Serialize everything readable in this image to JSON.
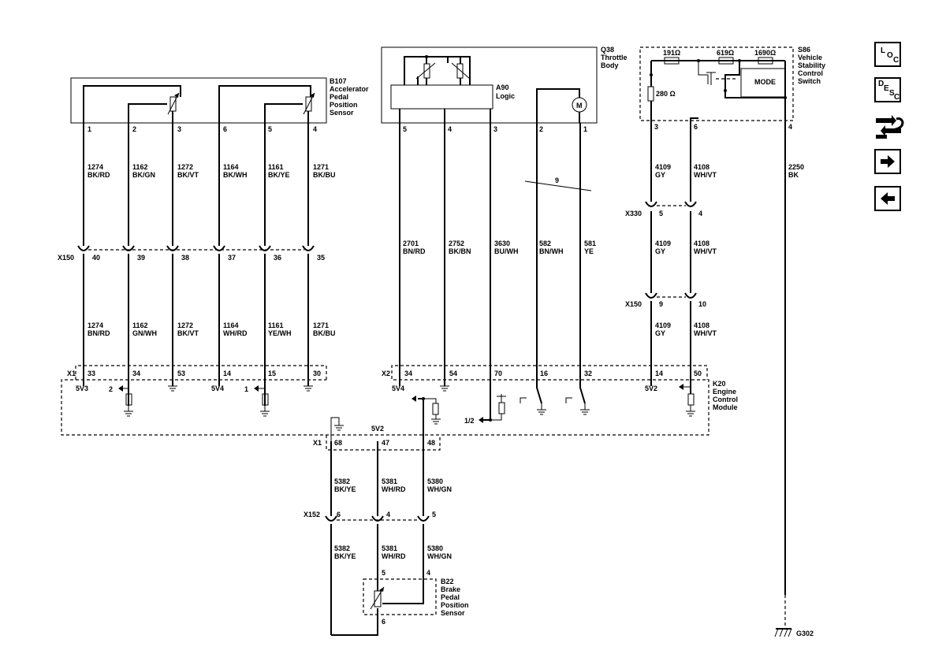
{
  "components": {
    "b107": {
      "id": "B107",
      "l1": "Accelerator",
      "l2": "Pedal",
      "l3": "Position",
      "l4": "Sensor"
    },
    "q38": {
      "id": "Q38",
      "l1": "Throttle",
      "l2": "Body"
    },
    "a90": {
      "id": "A90",
      "l1": "Logic"
    },
    "s86": {
      "id": "S86",
      "l1": "Vehicle",
      "l2": "Stability",
      "l3": "Control",
      "l4": "Switch",
      "mode": "MODE",
      "r1": "191Ω",
      "r2": "619Ω",
      "r3": "1690Ω",
      "r4": "280 Ω"
    },
    "k20": {
      "id": "K20",
      "l1": "Engine",
      "l2": "Control",
      "l3": "Module"
    },
    "b22": {
      "id": "B22",
      "l1": "Brake",
      "l2": "Pedal",
      "l3": "Position",
      "l4": "Sensor"
    },
    "motor": "M"
  },
  "connectors": {
    "x150": "X150",
    "x1": "X1",
    "x2": "X2",
    "x330": "X330",
    "x152": "X152",
    "g302": "G302"
  },
  "pins": {
    "b107": [
      "1",
      "2",
      "3",
      "6",
      "5",
      "4"
    ],
    "q38": [
      "5",
      "4",
      "3",
      "2",
      "1"
    ],
    "s86": [
      "3",
      "6",
      "4"
    ],
    "x150a": [
      "40",
      "39",
      "38",
      "37",
      "36",
      "35"
    ],
    "x1a": [
      "33",
      "34",
      "53",
      "14",
      "15",
      "30"
    ],
    "x2": [
      "34",
      "54",
      "70",
      "16",
      "32"
    ],
    "x330": [
      "5",
      "4"
    ],
    "x150b": [
      "9",
      "10"
    ],
    "k20s86": [
      "14",
      "50"
    ],
    "x1b": [
      "68",
      "47",
      "48"
    ],
    "x152": [
      "6",
      "4",
      "5"
    ],
    "b22": [
      "5",
      "4",
      "6"
    ]
  },
  "wires": {
    "b107_up": [
      [
        "1274",
        "BK/RD"
      ],
      [
        "1162",
        "BK/GN"
      ],
      [
        "1272",
        "BK/VT"
      ],
      [
        "1164",
        "BK/WH"
      ],
      [
        "1161",
        "BK/YE"
      ],
      [
        "1271",
        "BK/BU"
      ]
    ],
    "b107_low": [
      [
        "1274",
        "BN/RD"
      ],
      [
        "1162",
        "GN/WH"
      ],
      [
        "1272",
        "BK/VT"
      ],
      [
        "1164",
        "WH/RD"
      ],
      [
        "1161",
        "YE/WH"
      ],
      [
        "1271",
        "BK/BU"
      ]
    ],
    "q38": [
      [
        "2701",
        "BN/RD"
      ],
      [
        "2752",
        "BK/BN"
      ],
      [
        "3630",
        "BU/WH"
      ],
      [
        "582",
        "BN/WH"
      ],
      [
        "581",
        "YE"
      ]
    ],
    "s86_1": [
      [
        "4109",
        "GY"
      ],
      [
        "4108",
        "WH/VT"
      ]
    ],
    "s86_2": [
      [
        "4109",
        "GY"
      ],
      [
        "4108",
        "WH/VT"
      ]
    ],
    "s86_3": [
      [
        "4109",
        "GY"
      ],
      [
        "4108",
        "WH/VT"
      ]
    ],
    "ground": [
      "2250",
      "BK"
    ],
    "b22_up": [
      [
        "5382",
        "BK/YE"
      ],
      [
        "5381",
        "WH/RD"
      ],
      [
        "5380",
        "WH/GN"
      ]
    ],
    "b22_low": [
      [
        "5382",
        "BK/YE"
      ],
      [
        "5381",
        "WH/RD"
      ],
      [
        "5380",
        "WH/GN"
      ]
    ]
  },
  "ecm": {
    "ref_5v3": "5V3",
    "ref_5v4a": "5V4",
    "ref_5v4b": "5V4",
    "ref_5v2a": "5V2",
    "ref_5v2b": "5V2",
    "sig1": "1",
    "sig2": "2",
    "half": "1/2"
  },
  "twist": "9",
  "nav": {
    "loc": [
      "L",
      "O",
      "C"
    ],
    "desc": [
      "D",
      "E",
      "S",
      "C"
    ],
    "icons": [
      "connector-view-icon",
      "arrow-right-icon",
      "arrow-left-icon"
    ]
  }
}
